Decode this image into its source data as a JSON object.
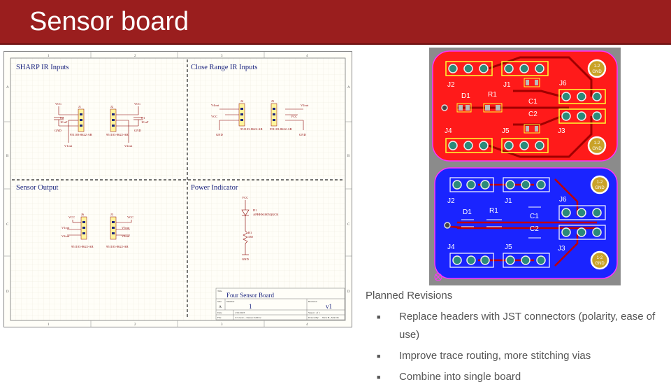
{
  "slide": {
    "title": "Sensor board"
  },
  "schematic": {
    "border_cols": [
      "1",
      "2",
      "3",
      "4"
    ],
    "border_rows": [
      "A",
      "B",
      "C",
      "D"
    ],
    "sections": [
      {
        "title": "SHARP IR Inputs"
      },
      {
        "title": "Close Range IR Inputs"
      },
      {
        "title": "Sensor Output"
      },
      {
        "title": "Power Indicator"
      }
    ],
    "labels": {
      "vcc": "VCC",
      "gnd": "GND",
      "c2": "C2",
      "c1": "C1",
      "cap_val": "10 uF",
      "j1": "J1",
      "j2": "J2",
      "j3": "J3",
      "j4": "J4",
      "j5": "J5",
      "j6": "J6",
      "part": "951103-8622-AR",
      "v1out": "V1out",
      "v2out": "V2out",
      "v3out": "V3out",
      "v4out": "V4out",
      "v5out": "V5out",
      "d1": "D1",
      "led_part": "APHHS1005QGCK",
      "r1": "R1",
      "r_val": "330"
    },
    "title_block": {
      "title_label": "Title",
      "title": "Four Sensor Board",
      "size_label": "Size",
      "size": "A",
      "number_label": "Number",
      "number": "1",
      "revision_label": "Revision",
      "revision": "v1",
      "date_label": "Date",
      "date": "1/01/2023",
      "sheet": "Sheet 1 of 1",
      "file_label": "File",
      "file": "C:\\Users\\...\\Sensor.SchDoc",
      "drawn_by": "Drawn By:",
      "authors": "Nick H., Matt M."
    }
  },
  "pcb": {
    "labels": {
      "gnd_top": "1-2",
      "gnd_bot": "GND",
      "j1": "J1",
      "j2": "J2",
      "j3": "J3",
      "j4": "J4",
      "j5": "J5",
      "j6": "J6",
      "d1": "D1",
      "r1": "R1",
      "c1": "C1",
      "c2": "C2"
    },
    "colors": {
      "top_copper": "#ff1a1a",
      "bottom_copper": "#1a24ff",
      "outline": "#ff33ff",
      "silk": "#ffff33",
      "background": "#8b8b8b"
    }
  },
  "revisions": {
    "heading": "Planned Revisions",
    "items": [
      "Replace headers with JST connectors (polarity, ease of use)",
      "Improve trace routing, more stitching vias",
      "Combine into single board"
    ]
  }
}
